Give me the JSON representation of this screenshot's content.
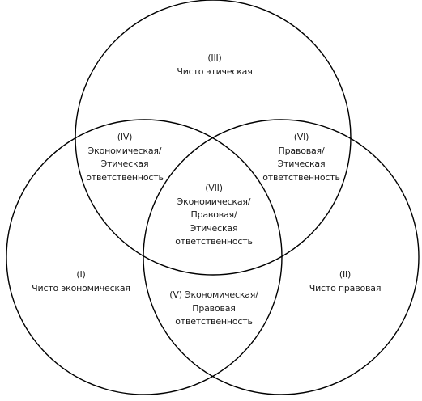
{
  "colors": {
    "background": "#ffffff",
    "stroke": "#000000",
    "text": "#1a1a1a"
  },
  "regions": {
    "r1": {
      "lines": [
        "(I)",
        "Чисто экономическая"
      ]
    },
    "r2": {
      "lines": [
        "(II)",
        "Чисто правовая"
      ]
    },
    "r3": {
      "lines": [
        "(III)",
        "Чисто этическая"
      ]
    },
    "r4": {
      "lines": [
        "(IV)",
        "Экономическая/",
        "Этическая",
        "ответственность"
      ]
    },
    "r5": {
      "lines": [
        "(V) Экономическая/",
        "Правовая",
        "ответственность"
      ]
    },
    "r6": {
      "lines": [
        "(VI)",
        "Правовая/",
        "Этическая",
        "ответственность"
      ]
    },
    "r7": {
      "lines": [
        "(VII)",
        "Экономическая/",
        "Правовая/",
        "Этическая",
        "ответственность"
      ]
    }
  }
}
